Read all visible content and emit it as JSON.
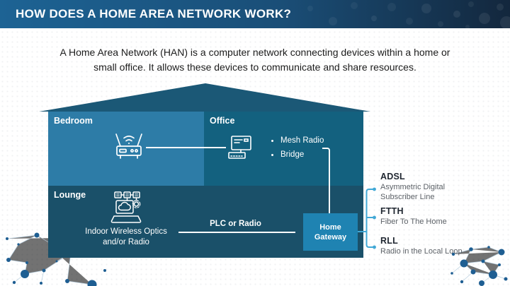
{
  "header": {
    "title": "HOW DOES A HOME AREA NETWORK WORK?"
  },
  "intro": {
    "text": "A Home Area Network (HAN) is a computer network connecting devices within a home or small office. It allows these devices to communicate and share resources."
  },
  "house": {
    "rooms": {
      "bedroom": {
        "label": "Bedroom"
      },
      "office": {
        "label": "Office",
        "bullets": [
          "Mesh Radio",
          "Bridge"
        ]
      },
      "lounge": {
        "label": "Lounge",
        "caption": "Indoor Wireless Optics and/or Radio"
      }
    },
    "links": {
      "plc_label": "PLC or Radio"
    },
    "gateway": {
      "label": "Home Gateway"
    }
  },
  "access_technologies": [
    {
      "acronym": "ADSL",
      "name": "Asymmetric Digital Subscriber Line"
    },
    {
      "acronym": "FTTH",
      "name": "Fiber To The Home"
    },
    {
      "acronym": "RLL",
      "name": "Radio in the Local Loop"
    }
  ],
  "colors": {
    "titlebar-left": "#1D6394",
    "titlebar-right": "#13273D",
    "roof": "#1B5876",
    "bedroom": "#2D7CA7",
    "office": "#13617F",
    "lounge": "#1A5069",
    "gateway": "#1F83B2",
    "connector-blue": "#41A8D6",
    "acronym-text": "#1F2630",
    "description-text": "#5C6167",
    "decoration-dot": "#1E5E92"
  }
}
